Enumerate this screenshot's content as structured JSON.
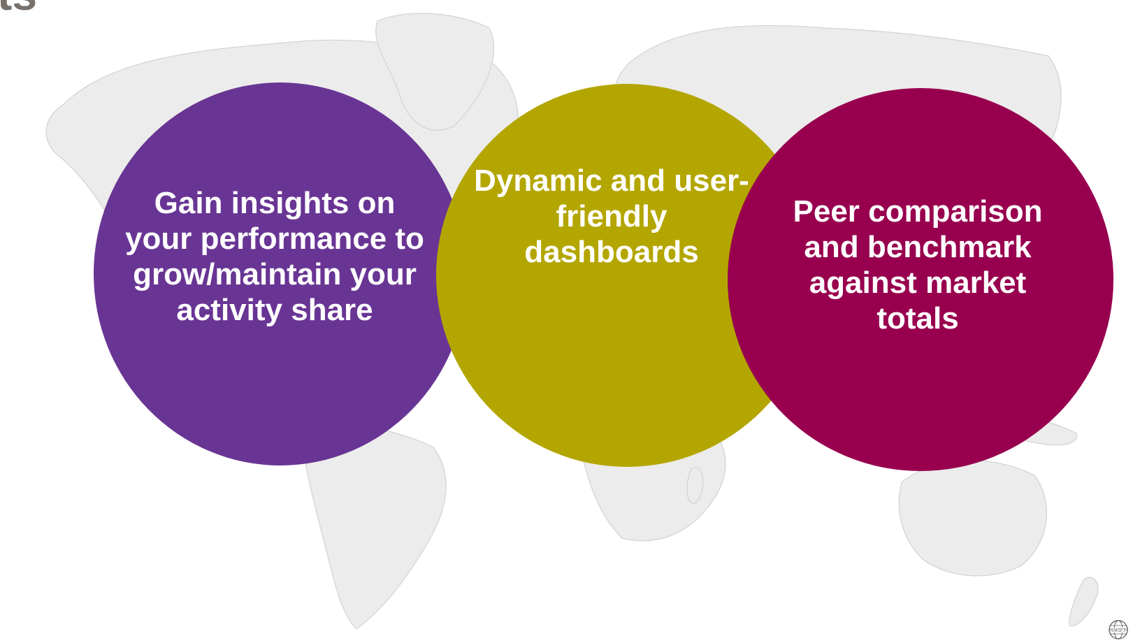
{
  "title_fragment": "ts",
  "bubbles": [
    {
      "text": "Gain insights on your performance to grow/maintain your activity share",
      "color": "#693594"
    },
    {
      "text": "Dynamic and user-friendly dashboards",
      "color": "#b4a600"
    },
    {
      "text": "Peer comparison and benchmark against market totals",
      "color": "#98004f"
    }
  ],
  "background": {
    "icon": "world-map",
    "map_fill": "#ececec"
  },
  "logo": {
    "icon": "swift-logo",
    "text": "SWIFT"
  }
}
